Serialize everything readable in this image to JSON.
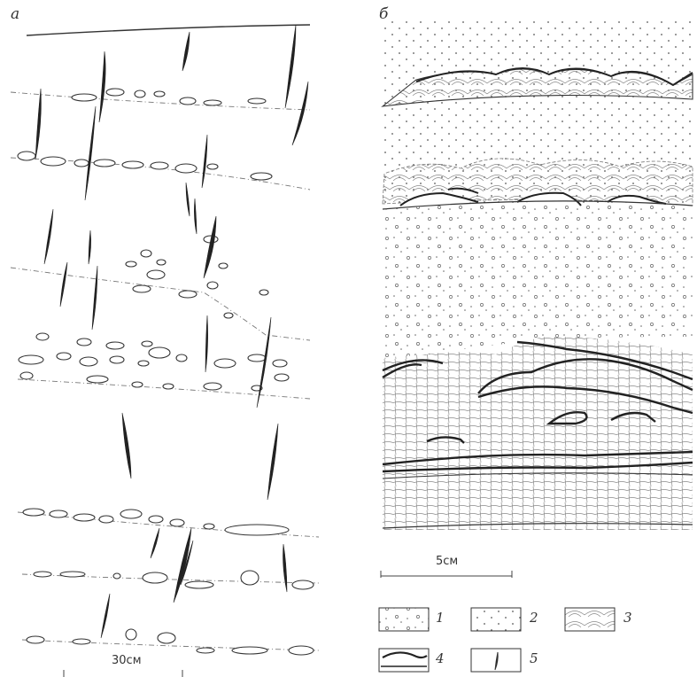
{
  "panels": {
    "a": {
      "letter": "а",
      "scale_label": "30см"
    },
    "b": {
      "letter": "б",
      "scale_label": "5см"
    }
  },
  "legend": [
    {
      "number": "1",
      "symbol": "sand-dots-and-circles-icon"
    },
    {
      "number": "2",
      "symbol": "fine-dots-icon"
    },
    {
      "number": "3",
      "symbol": "concentric-laminae-icon"
    },
    {
      "number": "4",
      "symbol": "dark-crust-band-icon"
    },
    {
      "number": "5",
      "symbol": "vertical-burrow-icon"
    }
  ],
  "colors": {
    "ink": "#333333",
    "light_ink": "#777777",
    "background": "#ffffff"
  }
}
